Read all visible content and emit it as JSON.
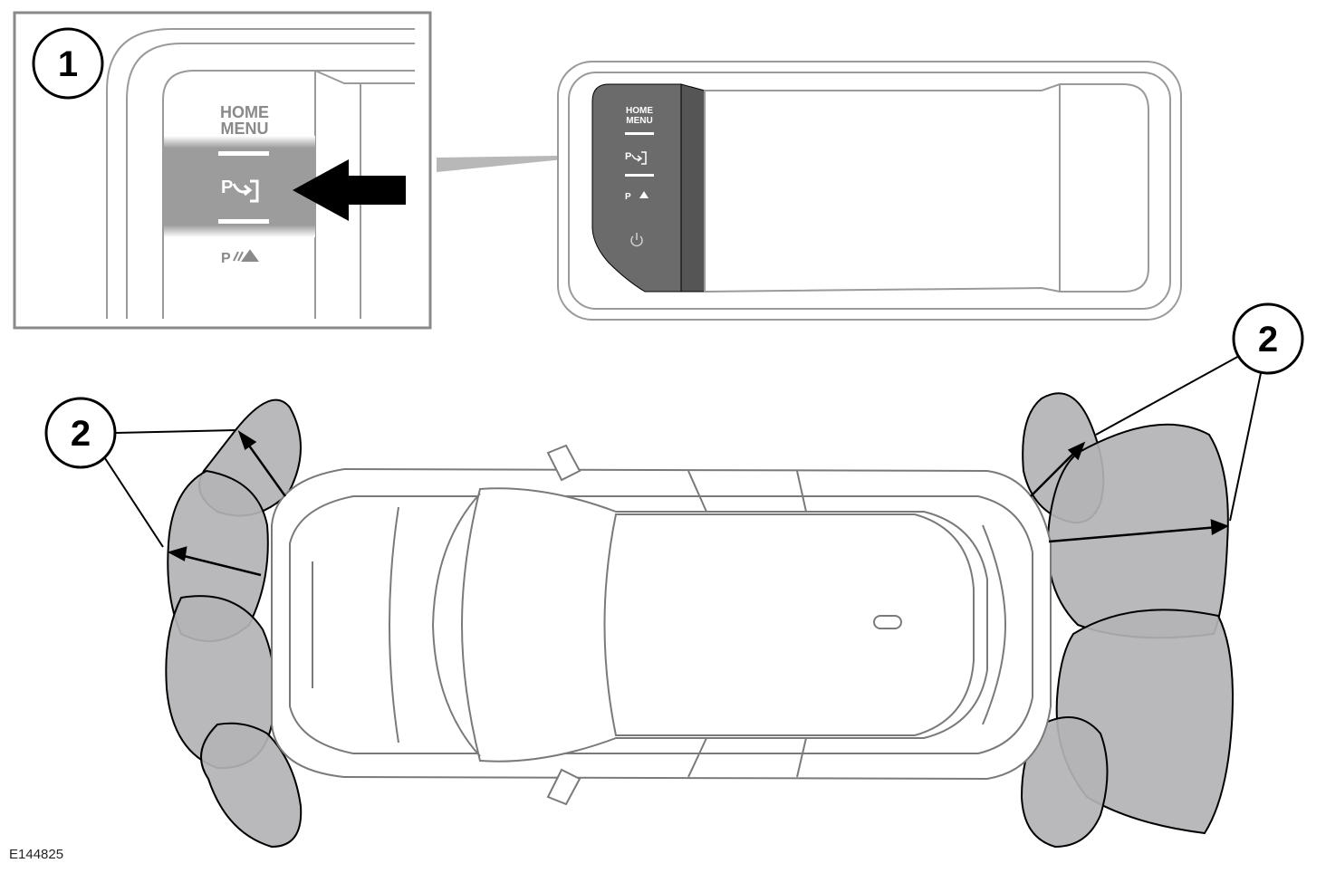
{
  "figure_id": "E144825",
  "callouts": {
    "detail": "1",
    "sensors_left": "2",
    "sensors_right": "2"
  },
  "detail_panel": {
    "menu_line1": "HOME",
    "menu_line2": "MENU",
    "park_assist_label": "P",
    "park_sensor_label": "P"
  },
  "display_panel": {
    "menu_line1": "HOME",
    "menu_line2": "MENU",
    "park_assist_label": "P",
    "park_sensor_label": "P"
  },
  "colors": {
    "zone_fill": "#b3b3b6",
    "panel_dark": "#6e6e6e",
    "highlight_band": "#9a9a9a",
    "outline": "#000000"
  }
}
